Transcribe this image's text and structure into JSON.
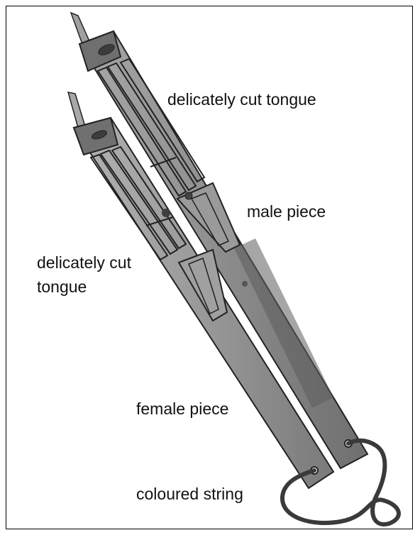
{
  "labels": {
    "male_tongue": "delicately cut tongue",
    "male_piece": "male piece",
    "female_tongue_line1": "delicately cut",
    "female_tongue_line2": "tongue",
    "female_piece": "female piece",
    "string": "coloured string"
  },
  "colors": {
    "wood": "#8e8e8e",
    "wood_dark": "#5e5e5e",
    "wood_light": "#b4b4b4",
    "ink": "#2a2a2a"
  },
  "icons": [
    "male-piece-drawing",
    "female-piece-drawing",
    "coloured-string-drawing"
  ]
}
